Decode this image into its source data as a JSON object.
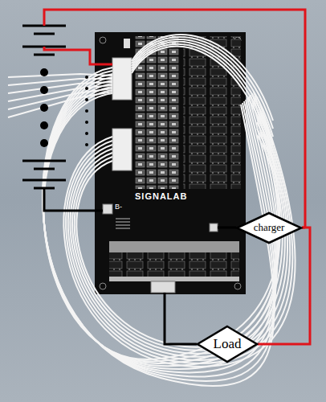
{
  "diagram": {
    "nodes": [
      {
        "text": [
          "charger"
        ]
      },
      {
        "text": [
          "Load"
        ]
      }
    ],
    "edges": [
      {
        "from": 0,
        "to": 1,
        "arrow": "none"
      }
    ],
    "labels": [
      "SIGNALAB",
      "B-"
    ]
  }
}
